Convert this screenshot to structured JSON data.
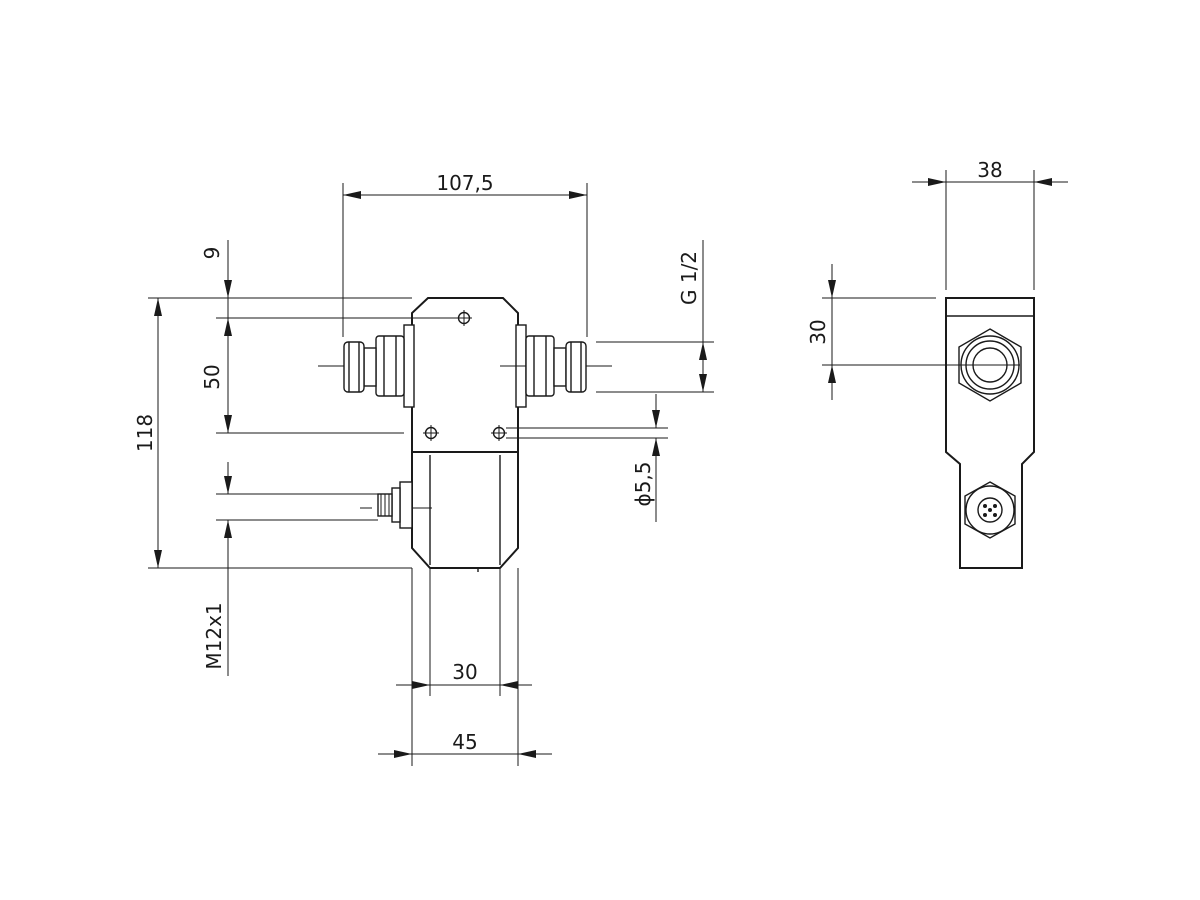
{
  "dimensions": {
    "overall_length": "107,5",
    "top_offset": "9",
    "port_spacing": "50",
    "overall_height": "118",
    "connector_thread": "M12x1",
    "body_inner_width": "30",
    "body_width": "45",
    "port_thread": "G 1/2",
    "hole_diameter": "ϕ5,5",
    "side_width": "38",
    "side_offset": "30"
  }
}
